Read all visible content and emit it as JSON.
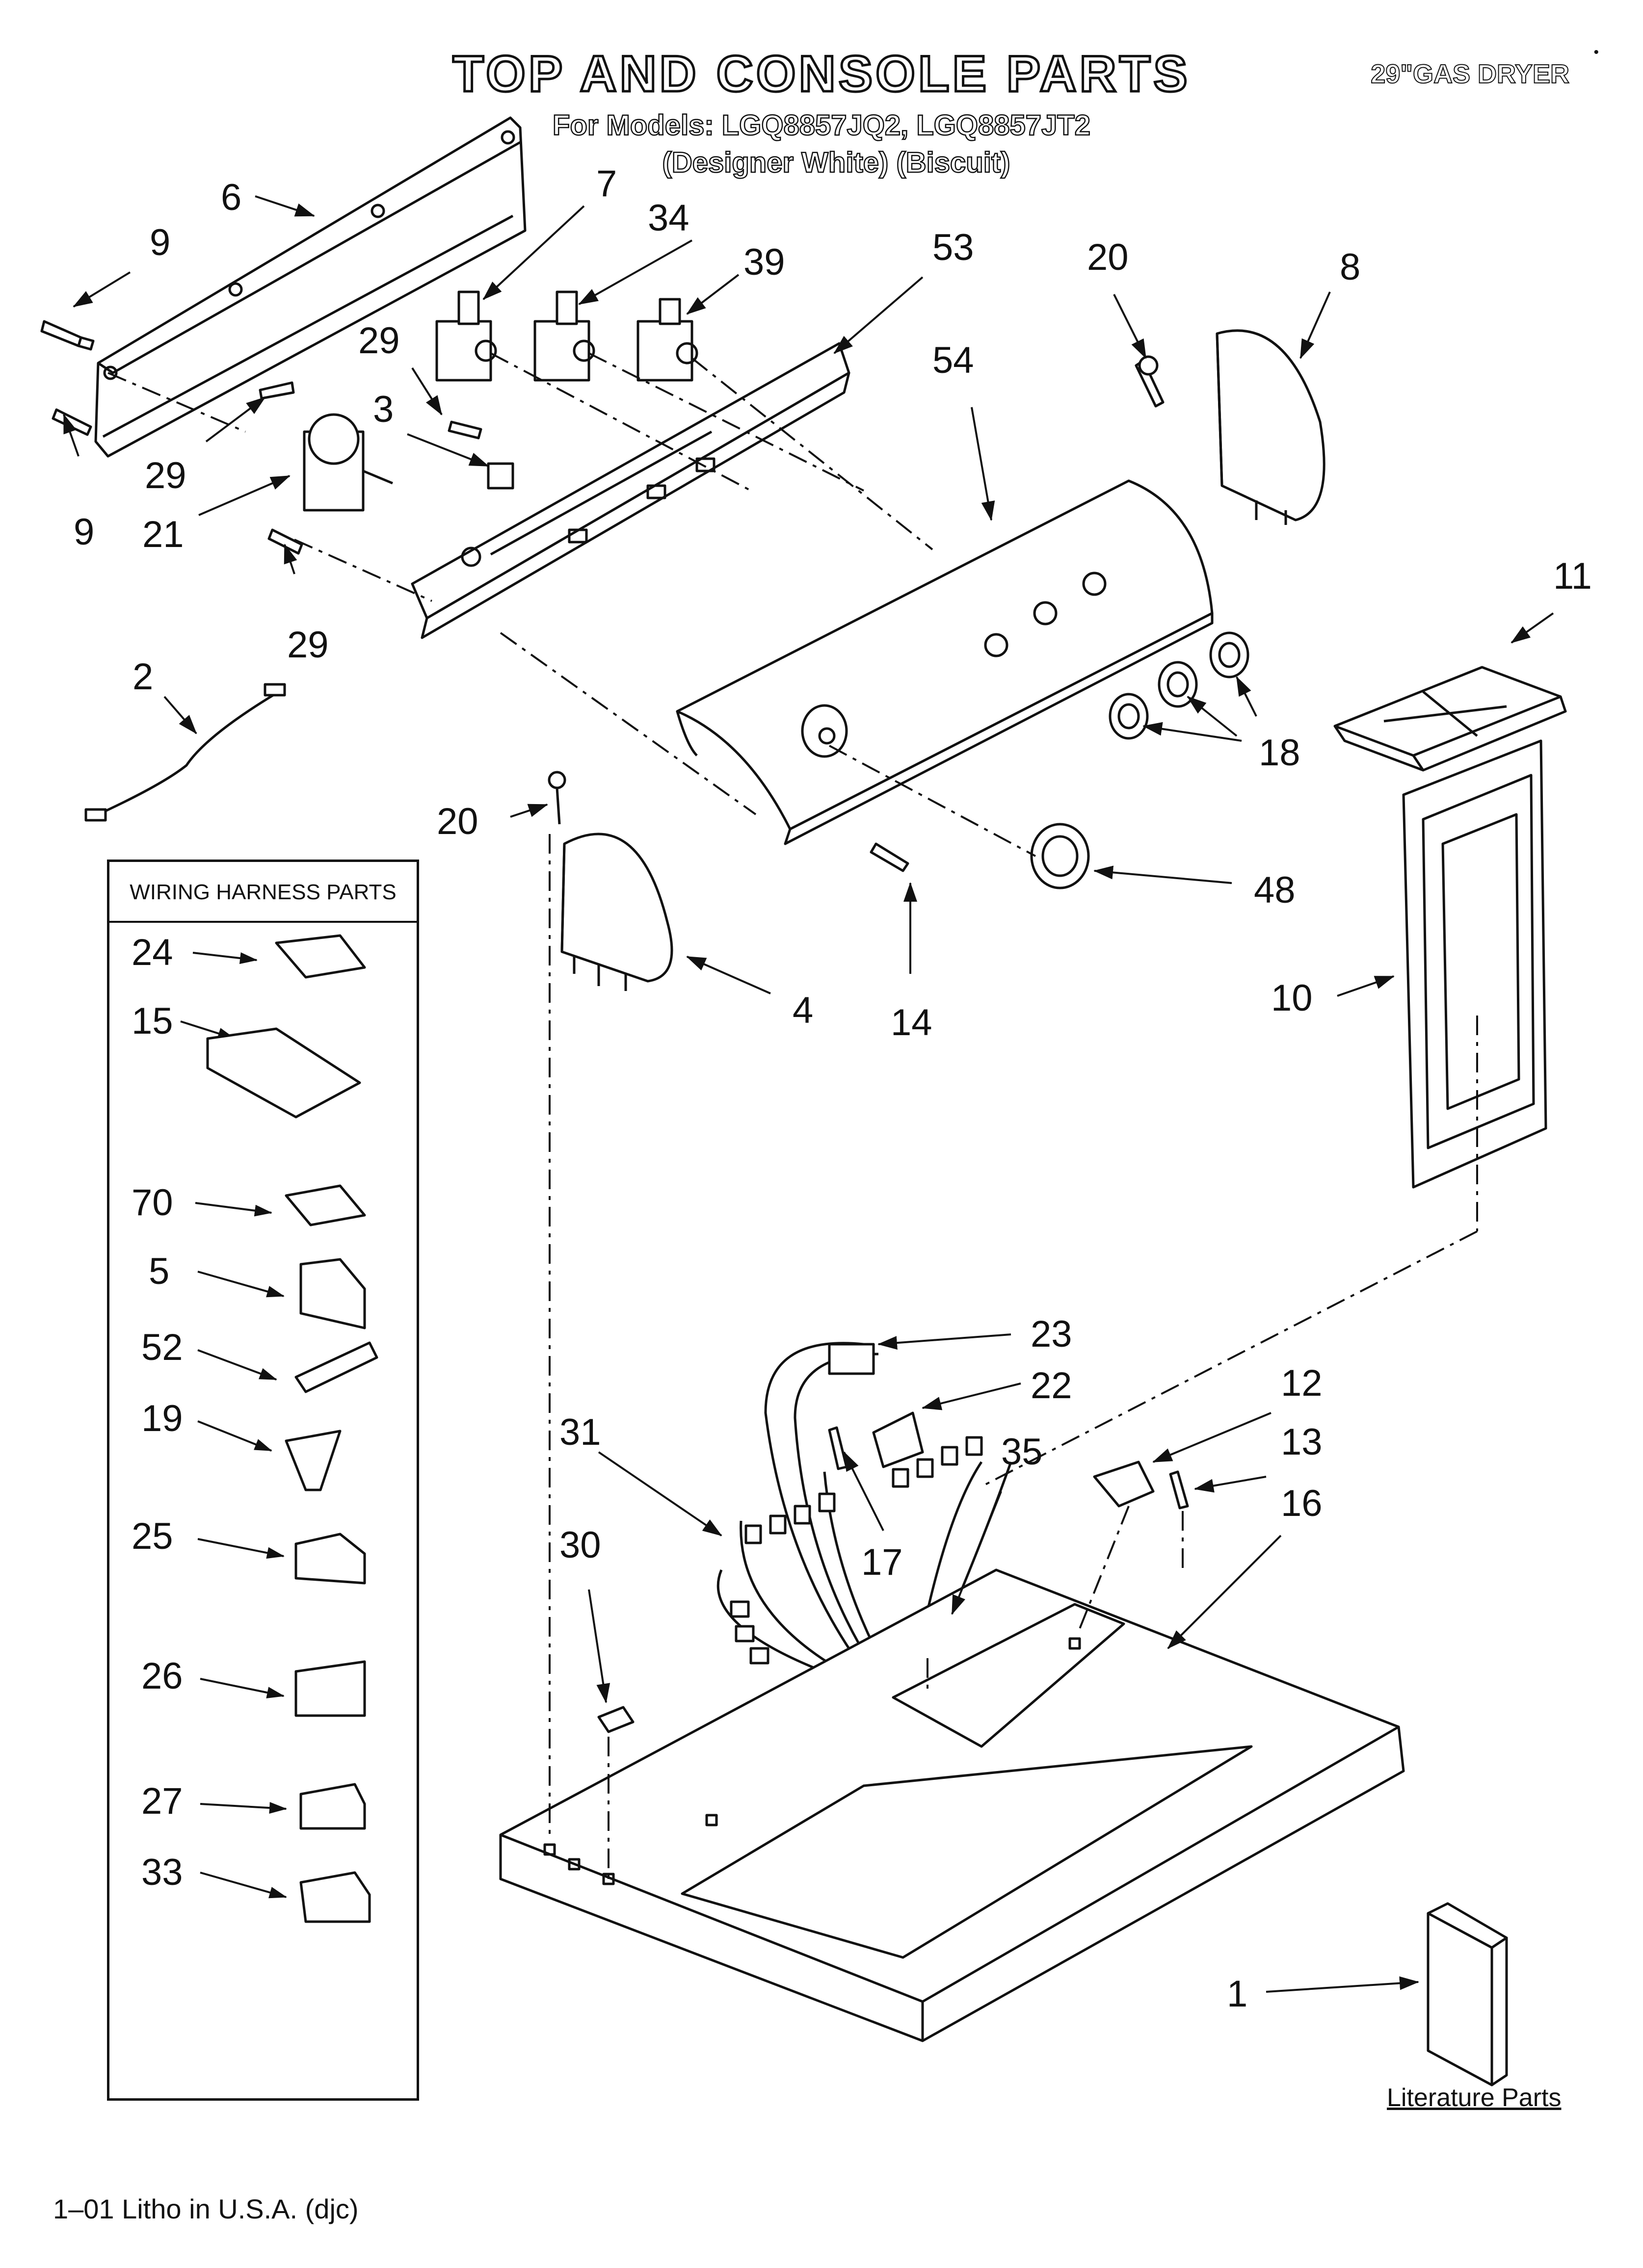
{
  "header": {
    "title": "TOP AND CONSOLE PARTS",
    "models_line": "For Models: LGQ8857JQ2, LGQ8857JT2",
    "variants_line": "(Designer White)  (Biscuit)",
    "model_type": "29\"GAS DRYER",
    "corner_mark": "•"
  },
  "callouts": [
    {
      "id": "c6",
      "label": "6"
    },
    {
      "id": "c9a",
      "label": "9"
    },
    {
      "id": "c9b",
      "label": "9"
    },
    {
      "id": "c7",
      "label": "7"
    },
    {
      "id": "c34",
      "label": "34"
    },
    {
      "id": "c39",
      "label": "39"
    },
    {
      "id": "c53",
      "label": "53"
    },
    {
      "id": "c20a",
      "label": "20"
    },
    {
      "id": "c8",
      "label": "8"
    },
    {
      "id": "c29a",
      "label": "29"
    },
    {
      "id": "c3",
      "label": "3"
    },
    {
      "id": "c29b",
      "label": "29"
    },
    {
      "id": "c21",
      "label": "21"
    },
    {
      "id": "c54",
      "label": "54"
    },
    {
      "id": "c29c",
      "label": "29"
    },
    {
      "id": "c11",
      "label": "11"
    },
    {
      "id": "c2",
      "label": "2"
    },
    {
      "id": "c18",
      "label": "18"
    },
    {
      "id": "c20b",
      "label": "20"
    },
    {
      "id": "c48",
      "label": "48"
    },
    {
      "id": "c4",
      "label": "4"
    },
    {
      "id": "c14",
      "label": "14"
    },
    {
      "id": "c10",
      "label": "10"
    },
    {
      "id": "c23",
      "label": "23"
    },
    {
      "id": "c22",
      "label": "22"
    },
    {
      "id": "c12",
      "label": "12"
    },
    {
      "id": "c31",
      "label": "31"
    },
    {
      "id": "c35",
      "label": "35"
    },
    {
      "id": "c13",
      "label": "13"
    },
    {
      "id": "c16",
      "label": "16"
    },
    {
      "id": "c30",
      "label": "30"
    },
    {
      "id": "c17",
      "label": "17"
    },
    {
      "id": "c1",
      "label": "1"
    }
  ],
  "harness": {
    "title": "WIRING HARNESS PARTS",
    "items": [
      {
        "label": "24"
      },
      {
        "label": "15"
      },
      {
        "label": "70"
      },
      {
        "label": "5"
      },
      {
        "label": "52"
      },
      {
        "label": "19"
      },
      {
        "label": "25"
      },
      {
        "label": "26"
      },
      {
        "label": "27"
      },
      {
        "label": "33"
      }
    ]
  },
  "literature_label": "Literature Parts",
  "footer": "1–01 Litho in U.S.A. (djc)"
}
